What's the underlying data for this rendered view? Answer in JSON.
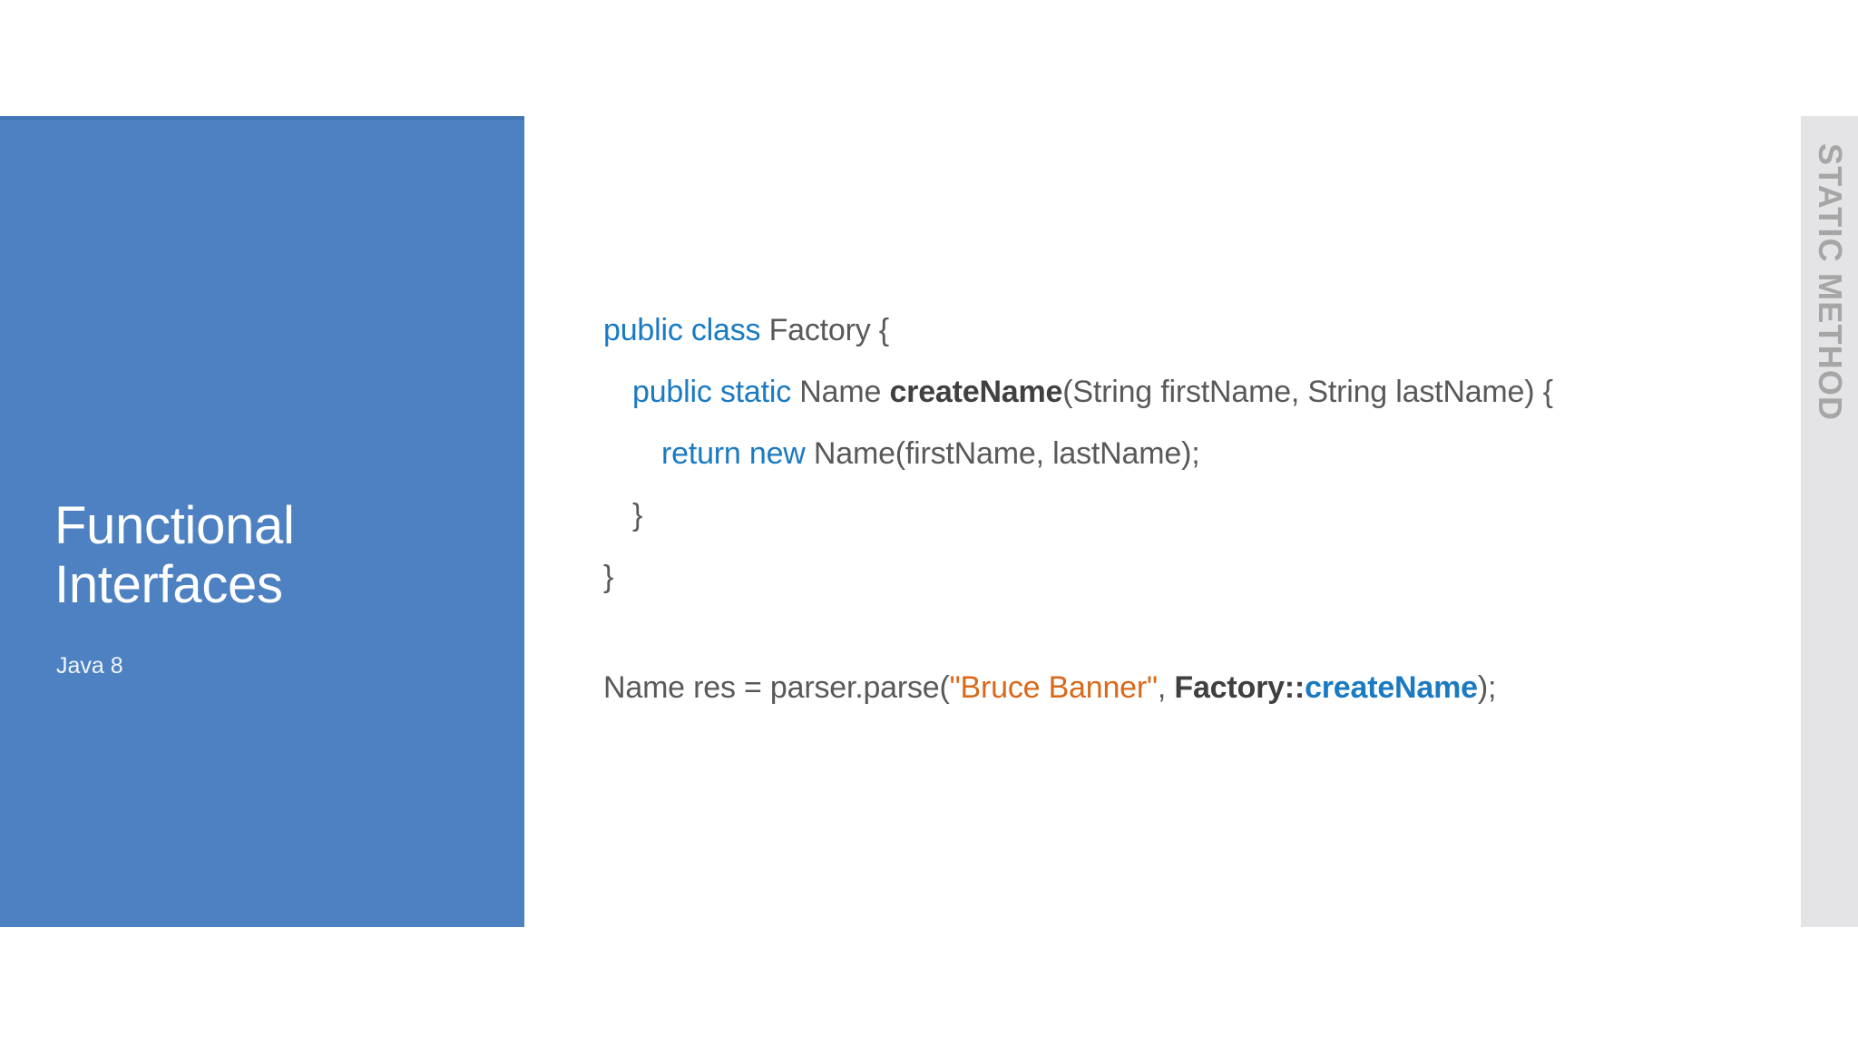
{
  "slide": {
    "background_color": "#ffffff",
    "accent_blue": "#4d81c2",
    "keyword_blue": "#1a7ac2",
    "string_orange": "#d9691a",
    "code_gray": "#595959",
    "tab_gray": "#e4e3e5",
    "tab_text_gray": "#a6a6a6"
  },
  "title_panel": {
    "title": "Functional Interfaces",
    "subtitle": "Java 8"
  },
  "side_tab": {
    "label": "STATIC METHOD"
  },
  "code": {
    "lines": [
      {
        "indent": 0,
        "tokens": [
          {
            "text": "public class ",
            "style": "kw"
          },
          {
            "text": "Factory {",
            "style": "plain"
          }
        ]
      },
      {
        "indent": 1,
        "tokens": [
          {
            "text": "public static ",
            "style": "kw"
          },
          {
            "text": "Name ",
            "style": "plain"
          },
          {
            "text": "createName",
            "style": "mname"
          },
          {
            "text": "(String firstName, String lastName) {",
            "style": "plain"
          }
        ]
      },
      {
        "indent": 2,
        "tokens": [
          {
            "text": "return new ",
            "style": "kw"
          },
          {
            "text": "Name(firstName, lastName);",
            "style": "plain"
          }
        ]
      },
      {
        "indent": 1,
        "tokens": [
          {
            "text": "}",
            "style": "plain"
          }
        ]
      },
      {
        "indent": 0,
        "tokens": [
          {
            "text": "}",
            "style": "plain"
          }
        ]
      }
    ],
    "usage": {
      "indent": 0,
      "tokens": [
        {
          "text": "Name res = parser.parse(",
          "style": "plain"
        },
        {
          "text": "\"Bruce Banner\"",
          "style": "str"
        },
        {
          "text": ", ",
          "style": "plain"
        },
        {
          "text": "Factory::",
          "style": "bold-id"
        },
        {
          "text": "createName",
          "style": "mref"
        },
        {
          "text": ");",
          "style": "plain"
        }
      ]
    }
  }
}
